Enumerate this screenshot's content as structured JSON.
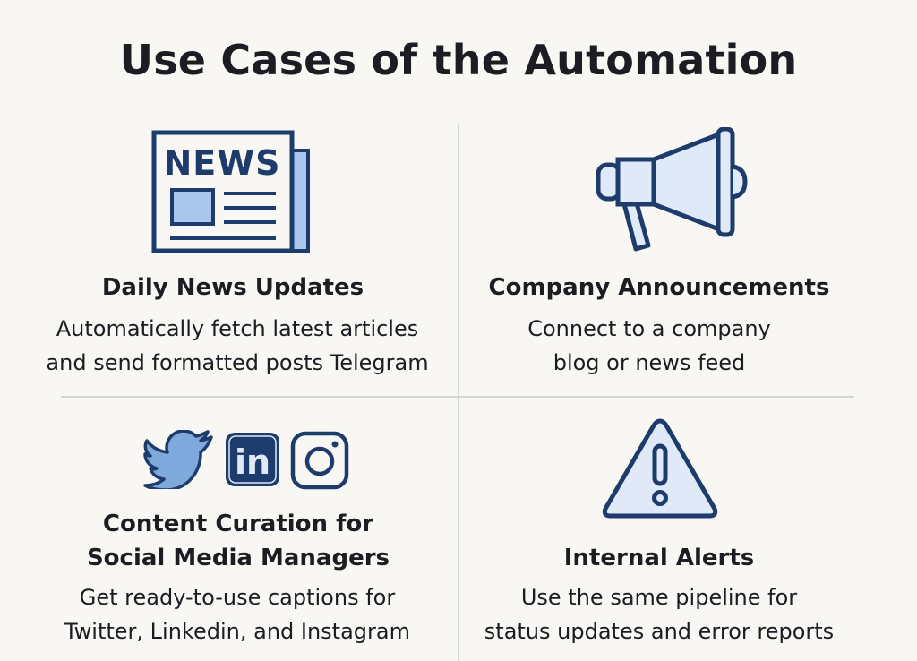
{
  "title": "Use Cases of the Automation",
  "colors": {
    "navy": "#1d3b6b",
    "fill_light": "#dfe9f7",
    "fill_mid": "#a9c6ec",
    "twitter_fill": "#7ea9dd",
    "background": "#f8f7f3",
    "divider": "#d6d6d3"
  },
  "cards": [
    {
      "icon": "newspaper-icon",
      "icon_text": "NEWS",
      "heading": [
        "Daily News Updates"
      ],
      "description": [
        "Automatically fetch latest articles",
        "and send formatted posts Telegram"
      ]
    },
    {
      "icon": "megaphone-icon",
      "heading": [
        "Company Announcements"
      ],
      "description": [
        "Connect to a company",
        "blog or news feed"
      ]
    },
    {
      "icon": "social-icons",
      "icon_text": "in",
      "heading": [
        "Content Curation for",
        "Social Media Managers"
      ],
      "description": [
        "Get ready-to-use captions for",
        "Twitter, Linkedin, and Instagram"
      ]
    },
    {
      "icon": "warning-icon",
      "heading": [
        "Internal Alerts"
      ],
      "description": [
        "Use the same pipeline for",
        "status updates and error reports"
      ]
    }
  ]
}
